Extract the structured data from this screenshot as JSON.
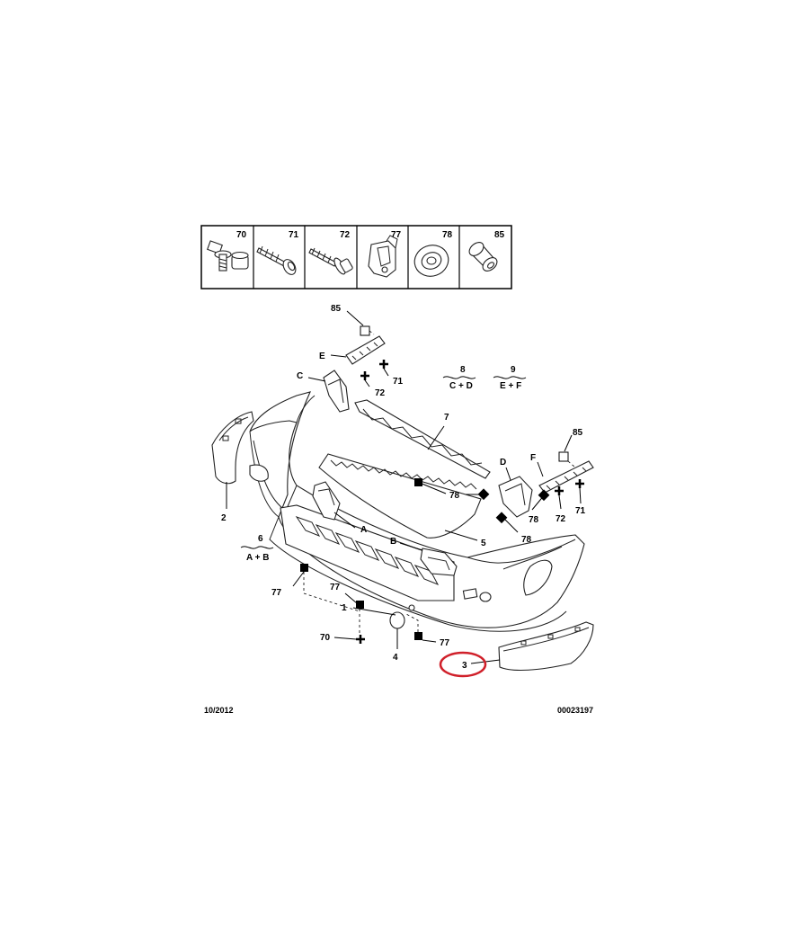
{
  "legend": {
    "items": [
      {
        "ref": "70",
        "icon": "bolt-with-washer-icon"
      },
      {
        "ref": "71",
        "icon": "self-tapping-screw-icon"
      },
      {
        "ref": "72",
        "icon": "flange-screw-icon"
      },
      {
        "ref": "77",
        "icon": "clip-fastener-icon"
      },
      {
        "ref": "78",
        "icon": "grommet-nut-icon"
      },
      {
        "ref": "85",
        "icon": "rivet-nut-icon"
      }
    ]
  },
  "labels": {
    "p85a": "85",
    "pE": "E",
    "p72a": "72",
    "p71a": "71",
    "pC": "C",
    "p8": "8",
    "p8sub": "C + D",
    "p9": "9",
    "p9sub": "E + F",
    "p7": "7",
    "p85b": "85",
    "pD": "D",
    "pF": "F",
    "p78a": "78",
    "p78b": "78",
    "p78c": "78",
    "p72b": "72",
    "p71b": "71",
    "p2": "2",
    "p6": "6",
    "p6sub": "A + B",
    "pA": "A",
    "pB": "B",
    "p5": "5",
    "p77a": "77",
    "p77b": "77",
    "p77c": "77",
    "p1": "1",
    "p70": "70",
    "p4": "4",
    "p3": "3"
  },
  "footer": {
    "date": "10/2012",
    "code": "00023197"
  },
  "highlight_color": "#d0202a"
}
